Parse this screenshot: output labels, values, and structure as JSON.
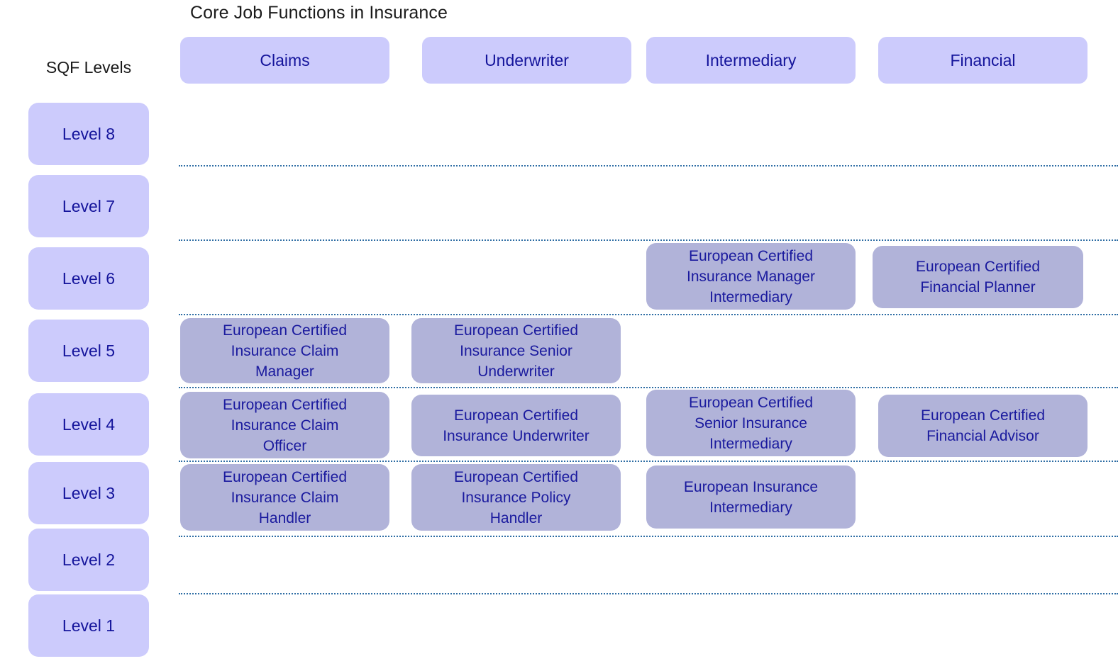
{
  "chart_data": {
    "type": "table",
    "title": "Core Job Functions in Insurance",
    "row_axis_label": "SQF Levels",
    "categories": [
      "Claims",
      "Underwriter",
      "Intermediary",
      "Financial"
    ],
    "rows": [
      "Level 8",
      "Level 7",
      "Level 6",
      "Level 5",
      "Level 4",
      "Level 3",
      "Level 2",
      "Level 1"
    ],
    "cells": [
      {
        "level": "Level 8",
        "column": "Claims",
        "label": ""
      },
      {
        "level": "Level 8",
        "column": "Underwriter",
        "label": ""
      },
      {
        "level": "Level 8",
        "column": "Intermediary",
        "label": ""
      },
      {
        "level": "Level 8",
        "column": "Financial",
        "label": ""
      },
      {
        "level": "Level 7",
        "column": "Claims",
        "label": ""
      },
      {
        "level": "Level 7",
        "column": "Underwriter",
        "label": ""
      },
      {
        "level": "Level 7",
        "column": "Intermediary",
        "label": ""
      },
      {
        "level": "Level 7",
        "column": "Financial",
        "label": ""
      },
      {
        "level": "Level 6",
        "column": "Intermediary",
        "label": "European Certified Insurance Manager Intermediary"
      },
      {
        "level": "Level 6",
        "column": "Financial",
        "label": "European Certified Financial Planner"
      },
      {
        "level": "Level 5",
        "column": "Claims",
        "label": "European Certified Insurance Claim Manager"
      },
      {
        "level": "Level 5",
        "column": "Underwriter",
        "label": "European Certified Insurance Senior Underwriter"
      },
      {
        "level": "Level 4",
        "column": "Claims",
        "label": "European Certified Insurance Claim Officer"
      },
      {
        "level": "Level 4",
        "column": "Underwriter",
        "label": "European Certified Insurance Underwriter"
      },
      {
        "level": "Level 4",
        "column": "Intermediary",
        "label": "European Certified Senior Insurance Intermediary"
      },
      {
        "level": "Level 4",
        "column": "Financial",
        "label": "European Certified Financial Advisor"
      },
      {
        "level": "Level 3",
        "column": "Claims",
        "label": "European Certified Insurance Claim Handler"
      },
      {
        "level": "Level 3",
        "column": "Underwriter",
        "label": "European Certified Insurance Policy Handler"
      },
      {
        "level": "Level 3",
        "column": "Intermediary",
        "label": "European Insurance Intermediary"
      }
    ],
    "colors": {
      "header_pill": "#cccbfc",
      "level_pill": "#cccbfc",
      "job_card": "#b1b3d9",
      "pill_text": "#14149b",
      "card_text": "#1a1a9e",
      "separator": "#2e6da4",
      "background": "#ffffff"
    }
  },
  "title": "Core Job Functions in Insurance",
  "sqf_levels_label": "SQF Levels",
  "columns": [
    {
      "label": "Claims"
    },
    {
      "label": "Underwriter"
    },
    {
      "label": "Intermediary"
    },
    {
      "label": "Financial"
    }
  ],
  "levels": [
    {
      "label": "Level 8"
    },
    {
      "label": "Level 7"
    },
    {
      "label": "Level 6"
    },
    {
      "label": "Level 5"
    },
    {
      "label": "Level 4"
    },
    {
      "label": "Level 3"
    },
    {
      "label": "Level 2"
    },
    {
      "label": "Level 1"
    }
  ],
  "jobs": {
    "l6_intermediary": {
      "line1": "European Certified",
      "line2": "Insurance Manager",
      "line3": "Intermediary"
    },
    "l6_financial": {
      "line1": "European Certified",
      "line2": "Financial Planner",
      "line3": ""
    },
    "l5_claims": {
      "line1": "European Certified",
      "line2": "Insurance Claim",
      "line3": "Manager"
    },
    "l5_underwriter": {
      "line1": "European Certified",
      "line2": "Insurance Senior",
      "line3": "Underwriter"
    },
    "l4_claims": {
      "line1": "European Certified",
      "line2": "Insurance Claim",
      "line3": "Officer"
    },
    "l4_underwriter": {
      "line1": "European Certified",
      "line2": "Insurance Underwriter",
      "line3": ""
    },
    "l4_intermediary": {
      "line1": "European Certified",
      "line2": "Senior Insurance",
      "line3": "Intermediary"
    },
    "l4_financial": {
      "line1": "European Certified",
      "line2": "Financial Advisor",
      "line3": ""
    },
    "l3_claims": {
      "line1": "European Certified",
      "line2": "Insurance Claim",
      "line3": "Handler"
    },
    "l3_underwriter": {
      "line1": "European Certified",
      "line2": "Insurance Policy",
      "line3": "Handler"
    },
    "l3_intermediary": {
      "line1": "European Insurance",
      "line2": "Intermediary",
      "line3": ""
    }
  }
}
